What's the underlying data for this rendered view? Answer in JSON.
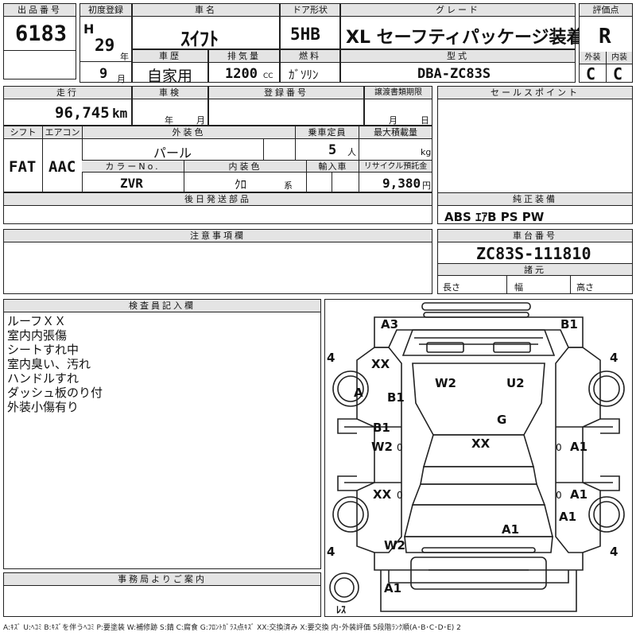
{
  "header": {
    "lot_label": "出品番号",
    "lot_number": "6183",
    "first_reg_label": "初度登録",
    "era": "H",
    "year": "29",
    "year_unit": "年",
    "month": "9",
    "month_unit": "月",
    "car_name_label": "車名",
    "car_name": "ｽｲﾌﾄ",
    "door_label": "ドア形状",
    "door": "5HB",
    "grade_label": "グレード",
    "grade": "XL セーフティパッケージ装着車",
    "score_label": "評価点",
    "score": "R",
    "history_label": "車歴",
    "history": "自家用",
    "displacement_label": "排気量",
    "displacement": "1200",
    "displacement_unit": "CC",
    "fuel_label": "燃料",
    "fuel": "ｶﾞｿﾘﾝ",
    "model_label": "型式",
    "model": "DBA-ZC83S",
    "exterior_label": "外装",
    "exterior": "C",
    "interior_label": "内装",
    "interior": "C"
  },
  "row2": {
    "mileage_label": "走行",
    "mileage": "96,745",
    "mileage_unit": "km",
    "inspection_label": "車検",
    "insp_year_unit": "年",
    "insp_month_unit": "月",
    "registration_label": "登録番号",
    "transfer_label": "譲渡書類期限",
    "transfer_month_unit": "月",
    "transfer_day_unit": "日",
    "sales_point_label": "セールスポイント"
  },
  "row3": {
    "shift_label": "シフト",
    "shift": "FAT",
    "ac_label": "エアコン",
    "ac": "AAC",
    "ext_color_label": "外装色",
    "ext_color": "パール",
    "capacity_label": "乗車定員",
    "capacity": "5",
    "capacity_unit": "人",
    "max_load_label": "最大積載量",
    "max_load_unit": "kg",
    "color_no_label": "カラーNo.",
    "color_no": "ZVR",
    "int_color_label": "内装色",
    "int_color": "ｸﾛ",
    "int_color_unit": "系",
    "import_label": "輸入車",
    "recycle_label": "リサイクル預託金",
    "recycle": "9,380",
    "recycle_unit": "円"
  },
  "later_parts_label": "後日発送部品",
  "equipment_label": "純正装備",
  "equipment": "ABS ｴｱB PS PW",
  "caution_label": "注意事項欄",
  "chassis_label": "車台番号",
  "chassis": "ZC83S-111810",
  "specs_label": "諸元",
  "spec_length": "長さ",
  "spec_width": "幅",
  "spec_height": "高さ",
  "inspector_label": "検査員記入欄",
  "inspector_notes": [
    "ルーフＸＸ",
    "室内内張傷",
    "シートすれ中",
    "室内臭い、汚れ",
    "ハンドルすれ",
    "ダッシュ板のり付",
    "外装小傷有り"
  ],
  "office_label": "事務局よりご案内",
  "legend": "A:ｷｽﾞ U:ﾍｺﾐ B:ｷｽﾞを伴うﾍｺﾐ P:要塗装 W:補修跡 S:錆 C:腐食 G:ﾌﾛﾝﾄｶﾞﾗｽ点ｷｽﾞ XX:交換済み X:要交換 内･外装評価 5段階ﾗﾝｸ順(A･B･C･D･E) 2",
  "diagram": {
    "tire_fl": "4",
    "tire_fr": "4",
    "tire_rl": "4",
    "tire_rr": "4",
    "spare": "ﾚｽ",
    "marks": {
      "a3": "A3",
      "b1_top": "B1",
      "xx_fender": "XX",
      "a_wheel": "A",
      "b1_door": "B1",
      "w2_roof": "W2",
      "u2_roof": "U2",
      "g_glass": "G",
      "b1_left": "B1",
      "w2_left": "W2",
      "zero_l1": "0",
      "xx_roof": "XX",
      "zero_r1": "0",
      "a1_r1": "A1",
      "xx_left": "XX",
      "zero_l2": "0",
      "zero_r2": "0",
      "a1_r2": "A1",
      "a1_r3": "A1",
      "a1_rear": "A1",
      "w2_rear": "W2",
      "a1_bumper": "A1"
    }
  }
}
